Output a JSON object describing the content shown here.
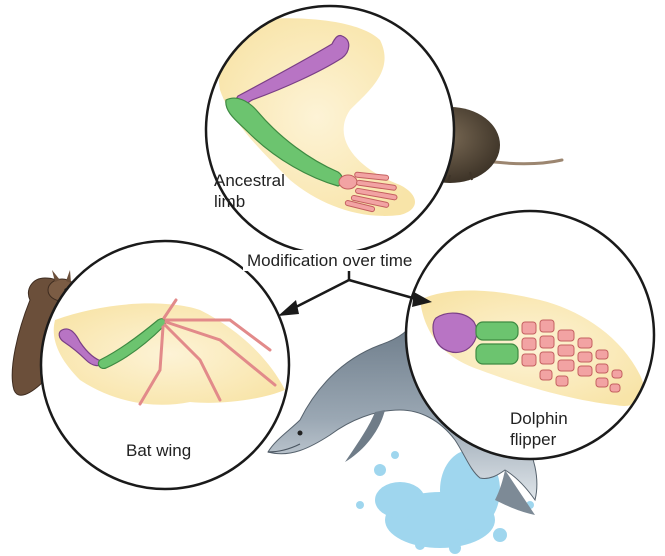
{
  "diagram": {
    "panels": {
      "ancestral": {
        "label_line1": "Ancestral",
        "label_line2": "limb",
        "animal": "mouse"
      },
      "bat": {
        "label": "Bat wing",
        "animal": "bat"
      },
      "dolphin": {
        "label_line1": "Dolphin",
        "label_line2": "flipper",
        "animal": "dolphin"
      }
    },
    "caption": "Modification over time",
    "colors": {
      "humerus": "#b874c4",
      "radius_ulna": "#6cc46f",
      "hand_bones": "#f2a3a3",
      "limb_skin": "#fbeec9",
      "circle_stroke": "#1a1a1a",
      "arrow": "#1a1a1a"
    }
  }
}
